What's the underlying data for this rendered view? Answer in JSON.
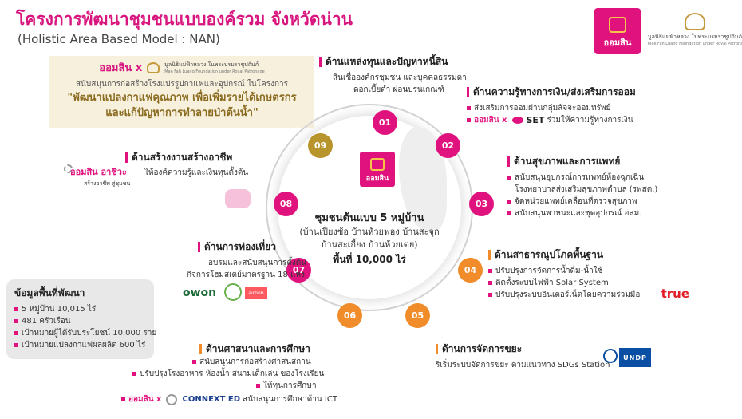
{
  "header": {
    "title": "โครงการพัฒนาชุมชนแบบองค์รวม จังหวัดน่าน",
    "subtitle": "(Holistic Area Based Model : NAN)"
  },
  "logos": {
    "gsb": "ออมสิน",
    "mfl_th": "มูลนิธิแม่ฟ้าหลวง ในพระบรมราชูปถัมภ์",
    "mfl_en": "Mae Fah Luang Foundation under Royal Patronage"
  },
  "promo": {
    "brand": "ออมสิน x",
    "org_th": "มูลนิธิแม่ฟ้าหลวง ในพระบรมราชูปถัมภ์",
    "org_en": "Mae Fah Luang Foundation under Royal Patronage",
    "line": "สนับสนุนการก่อสร้างโรงแปรรูปกาแฟและอุปกรณ์ ในโครงการ",
    "quote1": "\"พัฒนาแปลงกาแฟคุณภาพ เพื่อเพิ่มรายได้เกษตรกร",
    "quote2": "และแก้ปัญหาการทำลายป่าต้นน้ำ\""
  },
  "center": {
    "logo": "ออมสิน",
    "title": "ชุมชนต้นแบบ 5 หมู่บ้าน",
    "line1": "(บ้านเปียงซ้อ บ้านห้วยฟอง บ้านสะจุก",
    "line2": "บ้านสะเกี้ยง บ้านห้วยเต่ย)",
    "area": "พื้นที่ 10,000 ไร่"
  },
  "sections": {
    "s01": {
      "num": "01",
      "heading": "ด้านแหล่งทุนและปัญหาหนี้สิน",
      "l1": "สินเชื่อองค์กรชุมชน และบุคคลธรรมดา",
      "l2": "ดอกเบี้ยต่ำ ผ่อนปรนเกณฑ์"
    },
    "s02": {
      "num": "02",
      "heading": "ด้านความรู้ทางการเงิน/ส่งเสริมการออม",
      "l1": "ส่งเสริมการออมผ่านกลุ่มสัจจะออมทรัพย์",
      "brand": "ออมสิน x",
      "set": "SET",
      "l2": "ร่วมให้ความรู้ทางการเงิน"
    },
    "s03": {
      "num": "03",
      "heading": "ด้านสุขภาพและการแพทย์",
      "l1": "สนับสนุนอุปกรณ์การแพทย์ห้องฉุกเฉิน",
      "l1b": "โรงพยาบาลส่งเสริมสุขภาพตำบล (รพสต.)",
      "l2": "จัดหน่วยแพทย์เคลื่อนที่ตรวจสุขภาพ",
      "l3": "สนับสนุนพาหนะและชุดอุปกรณ์ อสม."
    },
    "s04": {
      "num": "04",
      "heading": "ด้านสาธารณูปโภคพื้นฐาน",
      "l1": "ปรับปรุงการจัดการน้ำดื่ม-น้ำใช้",
      "l2": "ติดตั้งระบบไฟฟ้า Solar System",
      "l3": "ปรับปรุงระบบอินเตอร์เน็ตโดยความร่วมมือ",
      "true": "true"
    },
    "s05": {
      "num": "05",
      "heading": "ด้านการจัดการขยะ",
      "l1": "ริเริ่มระบบจัดการขยะ ตามแนวทาง SDGs Station",
      "undp": "UNDP"
    },
    "s06": {
      "num": "06",
      "heading": "ด้านศาสนาและการศึกษา",
      "l1": "สนับสนุนการก่อสร้างศาสนสถาน",
      "l2": "ปรับปรุงโรงอาหาร ห้องน้ำ สนามเด็กเล่น ของโรงเรียน",
      "l3": "ให้ทุนการศึกษา",
      "brand": "ออมสิน x",
      "connext": "CONNEXT ED",
      "l4": "สนับสนุนการศึกษาด้าน ICT"
    },
    "s07": {
      "num": "07",
      "heading": "ด้านการท่องเที่ยว",
      "l1": "อบรมและสนับสนุนการตั้งต้น",
      "l2": "กิจการโฮมสเตย์มาตรฐาน 18 แห่ง",
      "owon": "owon",
      "airbnb": "airbnb"
    },
    "s08": {
      "num": "08",
      "heading": "ด้านสร้างงานสร้างอาชีพ",
      "brand": "ออมสิน อาชีวะ",
      "tagline": "สร้างอาชีพ สู่ชุมชน",
      "l1": "ให้องค์ความรู้และเงินทุนตั้งต้น"
    },
    "s09": {
      "num": "09"
    }
  },
  "info": {
    "title": "ข้อมูลพื้นที่พัฒนา",
    "items": [
      "5 หมู่บ้าน 10,015 ไร่",
      "481 ครัวเรือน",
      "เป้าหมายผู้ได้รับประโยชน์ 10,000 ราย",
      "เป้าหมายแปลงกาแฟผลผลิต 600 ไร่"
    ]
  },
  "colors": {
    "pink": "#e0137e",
    "gold": "#b8952c",
    "orange": "#f08c2a"
  }
}
